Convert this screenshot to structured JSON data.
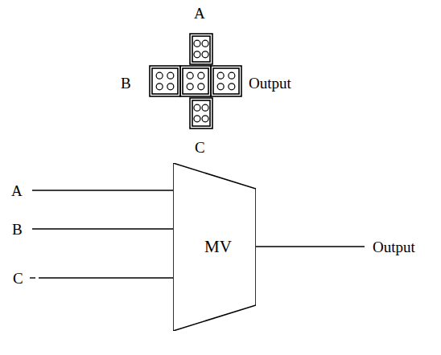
{
  "diagram": {
    "nodes": [
      {
        "text": [
          "MV"
        ]
      }
    ],
    "labels": [
      "A",
      "B",
      "Output",
      "C",
      "A",
      "B",
      "C",
      "Output"
    ]
  }
}
